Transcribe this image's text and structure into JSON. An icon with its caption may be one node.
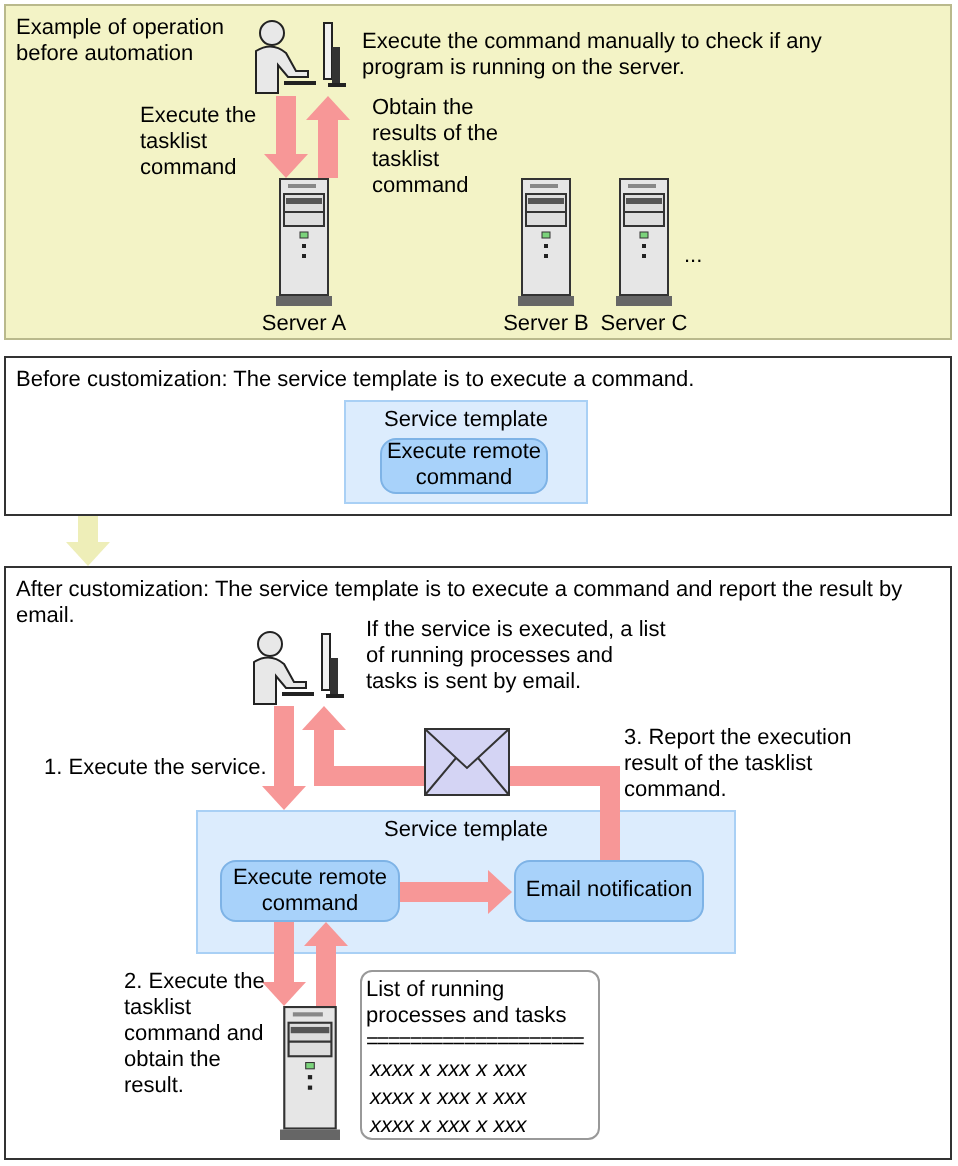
{
  "diagram": {
    "nodes": [
      {
        "text": [
          "Example of operation before automation"
        ]
      },
      {
        "text": [],
        "shape": "picture",
        "in": 0,
        "beside": [
          "Execute the command manually to check if any program is running on the server."
        ]
      },
      {
        "text": [],
        "shape": "picture",
        "in": 0,
        "beside": [
          "Server A"
        ]
      },
      {
        "text": [],
        "shape": "picture",
        "in": 0,
        "beside": [
          "Server B"
        ]
      },
      {
        "text": [],
        "shape": "picture",
        "in": 0,
        "beside": [
          "Server C"
        ]
      },
      {
        "text": [
          "Before customization: The service template is to execute a command."
        ]
      },
      {
        "text": [
          "Service template"
        ],
        "in": 5
      },
      {
        "text": [
          "Execute remote command"
        ],
        "in": 6
      },
      {
        "text": [
          "After customization: The service template is to execute a command and report the result by email."
        ]
      },
      {
        "text": [],
        "shape": "picture",
        "in": 8,
        "beside": [
          "If the service is executed, a list of running processes and tasks is sent by email."
        ]
      },
      {
        "text": [
          "Service template"
        ],
        "in": 8
      },
      {
        "text": [
          "Execute remote command"
        ],
        "in": 10
      },
      {
        "text": [
          "Email notification"
        ],
        "in": 10
      },
      {
        "text": [],
        "shape": "picture",
        "in": 8
      },
      {
        "text": [
          "List of running processes and tasks",
          "====================",
          "xxxx x xxx x xxx",
          "xxxx x xxx x xxx",
          "xxxx x xxx x xxx"
        ],
        "in": 8
      }
    ],
    "edges": [
      {
        "from": 1,
        "to": 2,
        "arrow": "to",
        "label": "Execute the tasklist command"
      },
      {
        "from": 2,
        "to": 1,
        "arrow": "to",
        "label": "Obtain the results of the tasklist command"
      },
      {
        "from": 5,
        "to": 8,
        "arrow": "to",
        "color": "#eeeeb8"
      },
      {
        "from": 9,
        "to": 10,
        "arrow": "to",
        "label": "1. Execute the service."
      },
      {
        "from": 12,
        "to": 9,
        "arrow": "to",
        "label": "3. Report the execution result of the tasklist command."
      },
      {
        "from": 11,
        "to": 12,
        "arrow": "to"
      },
      {
        "from": 11,
        "to": 13,
        "arrow": "to",
        "label": "2. Execute the tasklist command and obtain the result."
      },
      {
        "from": 13,
        "to": 11,
        "arrow": "to"
      }
    ],
    "labels": [
      "..."
    ]
  }
}
